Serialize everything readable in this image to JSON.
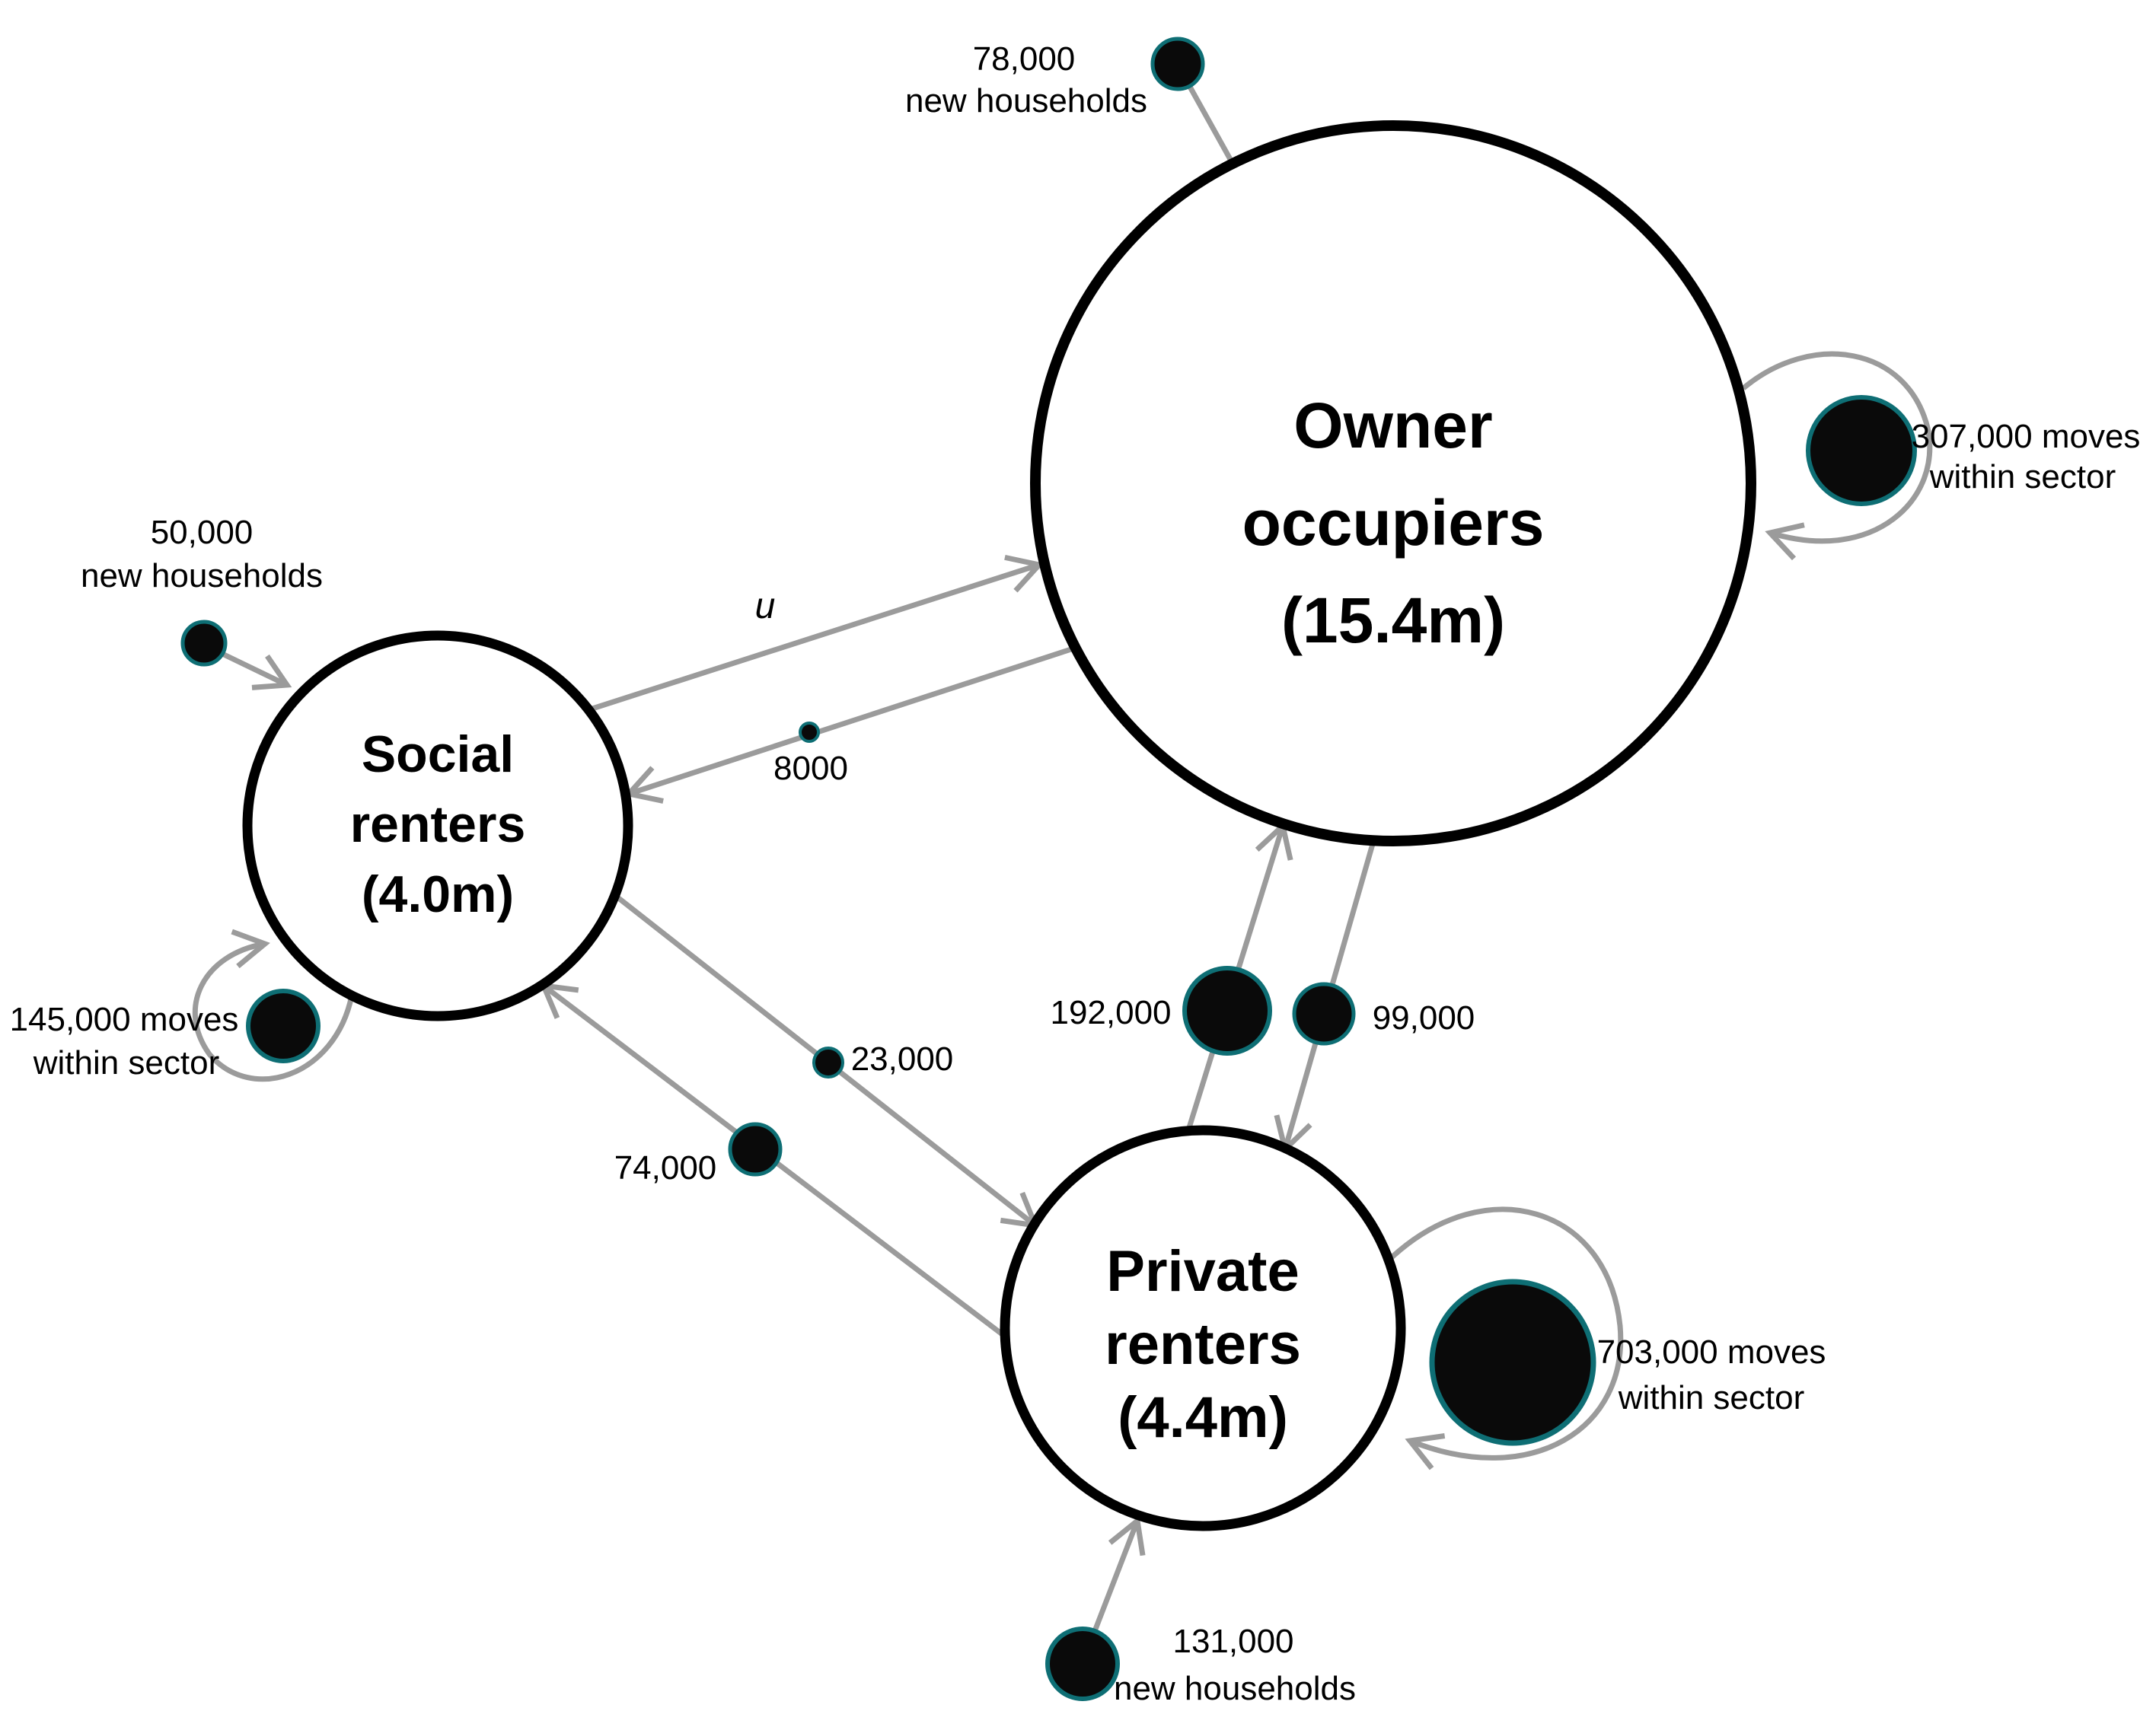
{
  "diagram": {
    "title": "Housing tenure moves flow diagram",
    "colors": {
      "background": "#ffffff",
      "node_stroke": "#000000",
      "dot_fill": "#0a0a0a",
      "dot_ring": "#0e6e74",
      "arrow_gray": "#9b9b9b",
      "text": "#000000"
    },
    "nodes": {
      "owner": {
        "label_lines": [
          "Owner",
          "occupiers",
          "(15.4m)"
        ],
        "size_millions": "15.4"
      },
      "social": {
        "label_lines": [
          "Social",
          "renters",
          "(4.0m)"
        ],
        "size_millions": "4.0"
      },
      "private": {
        "label_lines": [
          "Private",
          "renters",
          "(4.4m)"
        ],
        "size_millions": "4.4"
      }
    },
    "new_households": {
      "owner": {
        "value": "78,000",
        "caption": "new households"
      },
      "social": {
        "value": "50,000",
        "caption": "new households"
      },
      "private": {
        "value": "131,000",
        "caption": "new households"
      }
    },
    "moves_within_sector": {
      "owner": {
        "value_line": "307,000 moves",
        "caption": "within sector"
      },
      "social": {
        "value_line": "145,000 moves",
        "caption": "within sector"
      },
      "private": {
        "value_line": "703,000 moves",
        "caption": "within sector"
      }
    },
    "flows_between_sectors": {
      "social_to_owner": {
        "label": "u"
      },
      "owner_to_social": {
        "label": "8000"
      },
      "social_to_private": {
        "label": "23,000"
      },
      "private_to_social": {
        "label": "74,000"
      },
      "private_to_owner": {
        "label": "192,000"
      },
      "owner_to_private": {
        "label": "99,000"
      }
    }
  }
}
